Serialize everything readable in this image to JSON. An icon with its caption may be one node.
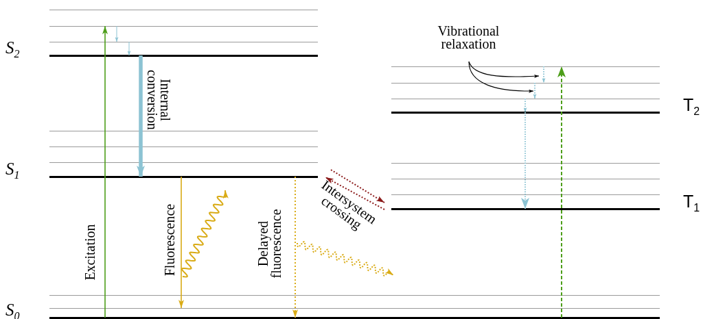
{
  "diagram": {
    "nodes": [
      {
        "text": [],
        "shape": "bar"
      },
      {
        "text": [],
        "shape": "bar"
      },
      {
        "text": [],
        "shape": "bar"
      },
      {
        "text": [
          "S$_{2}$"
        ]
      },
      {
        "text": [],
        "shape": "bar"
      },
      {
        "text": [],
        "shape": "bar"
      },
      {
        "text": [],
        "shape": "bar"
      },
      {
        "text": [
          "S$_{1}$"
        ]
      },
      {
        "text": [
          "Vibrational relaxation"
        ]
      },
      {
        "text": [],
        "shape": "bar"
      },
      {
        "text": [],
        "shape": "bar"
      },
      {
        "text": [],
        "shape": "bar"
      },
      {
        "text": [
          "T$_{2}$"
        ]
      },
      {
        "text": [],
        "shape": "bar"
      },
      {
        "text": [],
        "shape": "bar"
      },
      {
        "text": [],
        "shape": "bar"
      },
      {
        "text": [
          "T$_{1}$"
        ]
      },
      {
        "text": [],
        "shape": "bar"
      },
      {
        "text": [],
        "shape": "bar"
      },
      {
        "text": [
          "S$_{0}$"
        ]
      }
    ],
    "edges": [
      {
        "from": 19,
        "to": 1,
        "arrow": "to",
        "label": "Excitation",
        "color": "#4d9e1a"
      },
      {
        "from": 1,
        "to": 2,
        "arrow": "to",
        "color": "#8cc3d3"
      },
      {
        "from": 2,
        "to": 3,
        "arrow": "to",
        "color": "#8cc3d3"
      },
      {
        "from": 3,
        "to": 7,
        "arrow": "to",
        "label": "Internal conversion",
        "style": "thick",
        "color": "#8cc3d3"
      },
      {
        "from": 7,
        "to": 18,
        "arrow": "to",
        "label": "Fluorescence",
        "color": "#d9ab16"
      },
      {
        "from": 7,
        "to": 19,
        "arrow": "to",
        "label": "Delayed fluorescence",
        "style": "dashed",
        "color": "#d9ab16"
      },
      {
        "from": 7,
        "to": 16,
        "arrow": "to",
        "label": "Intersystem crossing",
        "style": "dashed",
        "color": "#8b1a1a"
      },
      {
        "from": 16,
        "to": 7,
        "arrow": "to",
        "style": "dashed",
        "color": "#8b1a1a"
      },
      {
        "from": 8,
        "to": 9,
        "arrow": "to",
        "color": "#000000"
      },
      {
        "from": 8,
        "to": 10,
        "arrow": "to",
        "color": "#000000"
      },
      {
        "from": 9,
        "to": 10,
        "arrow": "to",
        "style": "dashed",
        "color": "#8cc3d3"
      },
      {
        "from": 10,
        "to": 11,
        "arrow": "to",
        "style": "dashed",
        "color": "#8cc3d3"
      },
      {
        "from": 11,
        "to": 12,
        "arrow": "to",
        "style": "dashed",
        "color": "#8cc3d3"
      },
      {
        "from": 12,
        "to": 16,
        "arrow": "to",
        "style": "dashed",
        "color": "#8cc3d3"
      },
      {
        "from": 19,
        "to": 9,
        "arrow": "to",
        "style": "dashed",
        "color": "#4d9e1a"
      }
    ]
  }
}
